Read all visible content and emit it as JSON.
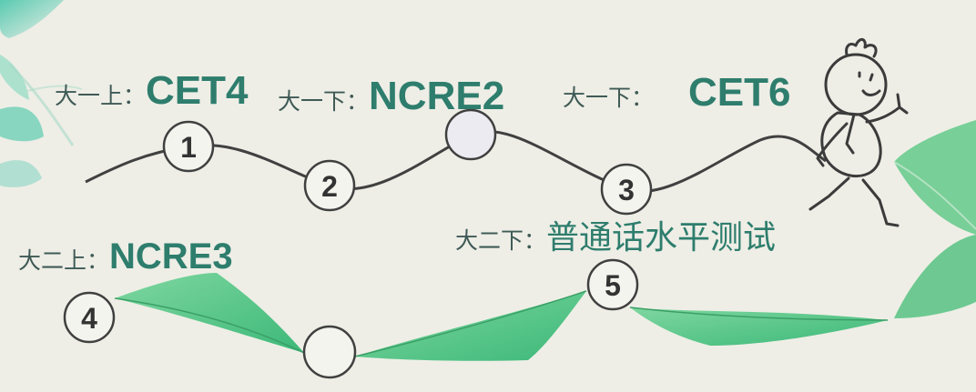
{
  "milestones": [
    {
      "badge": "1",
      "semester": "大一上：",
      "exam": "CET4"
    },
    {
      "badge": "2",
      "semester": "大一下：",
      "exam": "NCRE2"
    },
    {
      "badge": "3",
      "semester": "大一下：",
      "exam": "CET6"
    },
    {
      "badge": "4",
      "semester": "大二上：",
      "exam": "NCRE3"
    },
    {
      "badge": "5",
      "semester": "大二下：",
      "exam": "普通话水平测试"
    }
  ],
  "colors": {
    "background": "#eeeee6",
    "line": "#404040",
    "leaf_green": "#5dc486",
    "accent_teal": "#2e7d6d",
    "circle_fill": "#f4f4ee"
  },
  "icons": [
    "running-stick-figure-icon",
    "leaf-decoration-icon"
  ]
}
